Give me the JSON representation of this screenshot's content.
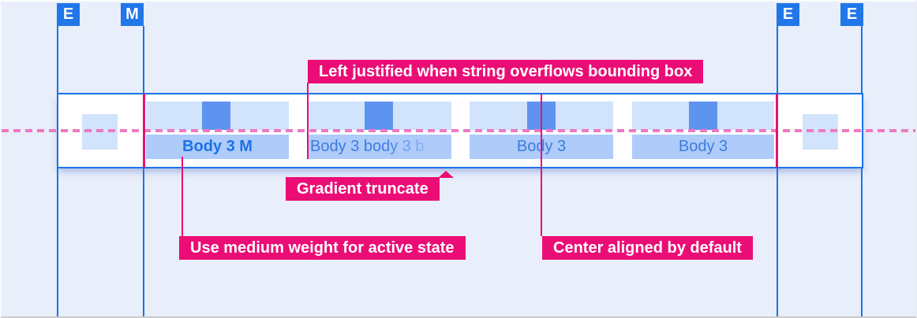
{
  "markers": [
    {
      "label": "E"
    },
    {
      "label": "M"
    },
    {
      "label": "E"
    },
    {
      "label": "E"
    }
  ],
  "tabs": [
    {
      "label": "Body 3 M",
      "state": "active",
      "align": "center"
    },
    {
      "label": "Body 3 body 3 b",
      "state": "default",
      "align": "left",
      "truncated": true
    },
    {
      "label": "Body 3",
      "state": "default",
      "align": "center"
    },
    {
      "label": "Body 3",
      "state": "default",
      "align": "center"
    }
  ],
  "annotations": {
    "left_justified": "Left justified when string overflows bounding box",
    "gradient_truncate": "Gradient truncate",
    "medium_weight": "Use medium weight for active state",
    "center_aligned": "Center aligned by default"
  },
  "colors": {
    "background": "#e8eefa",
    "guide_blue": "#1a73e8",
    "marker_blue": "#2176e8",
    "icon_blue": "#5e94f0",
    "light_blue": "#d2e3fc",
    "label_row_blue": "#aecbfa",
    "active_text": "#1a73e8",
    "inactive_text": "#3c7ce2",
    "annotation_pink": "#eb0d76",
    "dash_pink": "#ee79c3"
  }
}
